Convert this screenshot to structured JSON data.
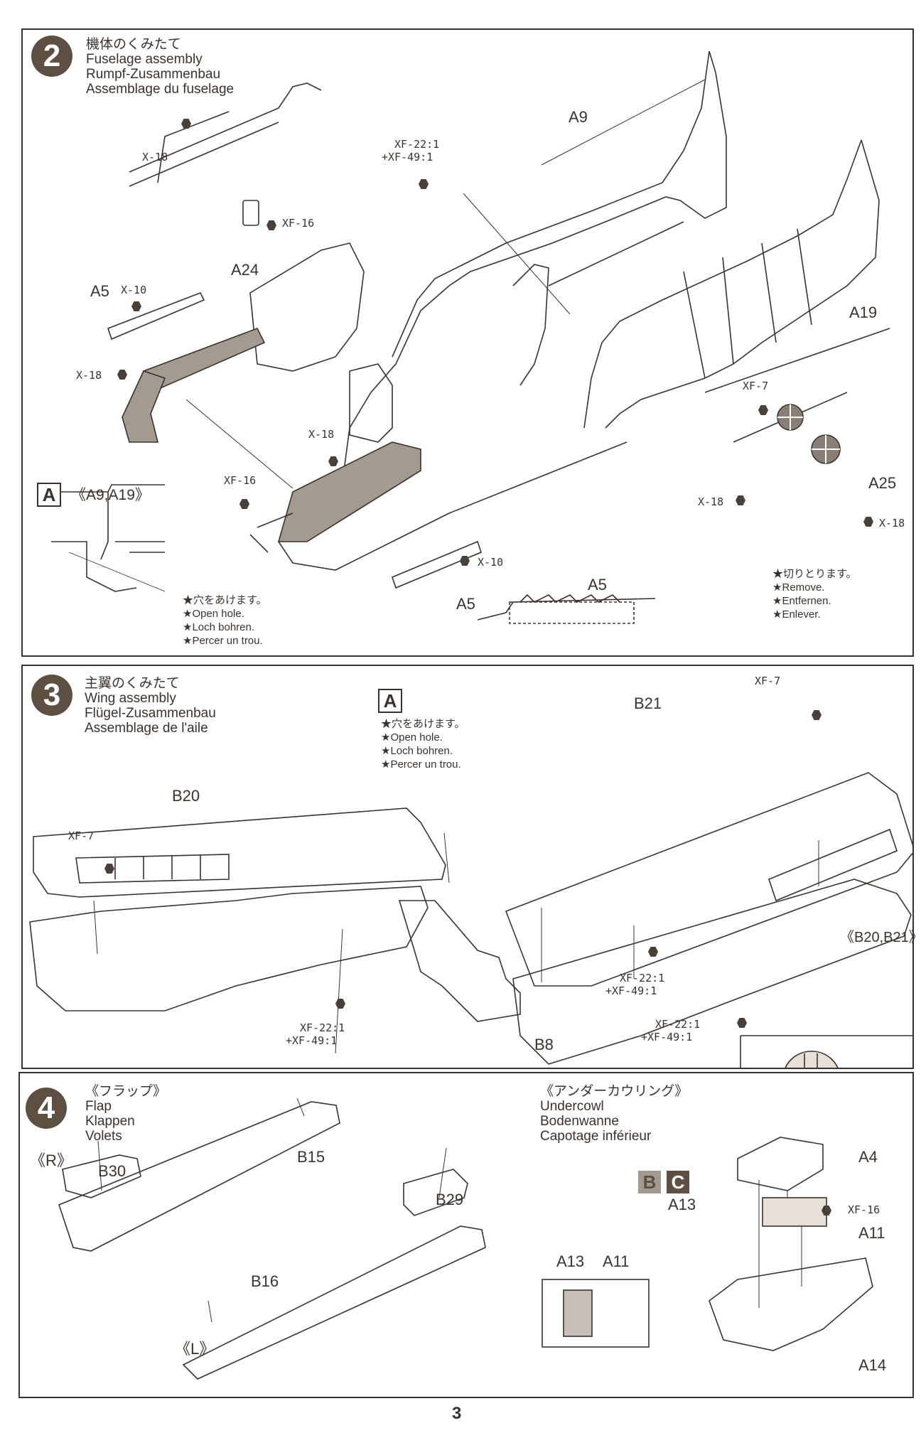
{
  "page_number": "3",
  "steps": [
    {
      "number": "2",
      "title_jp": "機体のくみたて",
      "title_en": "Fuselage assembly",
      "title_de": "Rumpf-Zusammenbau",
      "title_fr": "Assemblage du fuselage",
      "part_labels": [
        "A9",
        "A19",
        "A24",
        "A5",
        "A5",
        "A25",
        "A5"
      ],
      "paint_labels": [
        "X-18",
        "XF-16",
        "XF-22:1",
        "+XF-49:1",
        "X-10",
        "X-18",
        "X-18",
        "XF-16",
        "X-10",
        "XF-7",
        "X-18",
        "X-18"
      ],
      "detail": {
        "badge": "A",
        "parts": "《A9,A19》",
        "notes": [
          "★穴をあけます。",
          "★Open hole.",
          "★Loch bohren.",
          "★Percer un trou."
        ]
      },
      "remove_notes": [
        "★切りとります。",
        "★Remove.",
        "★Entfernen.",
        "★Enlever."
      ]
    },
    {
      "number": "3",
      "title_jp": "主翼のくみたて",
      "title_en": "Wing assembly",
      "title_de": "Flügel-Zusammenbau",
      "title_fr": "Assemblage de l'aile",
      "part_labels": [
        "B20",
        "B21",
        "B8"
      ],
      "paint_labels": [
        "XF-7",
        "XF-7",
        "XF-22:1",
        "+XF-49:1",
        "XF-22:1",
        "+XF-49:1",
        "XF-22:1",
        "+XF-49:1"
      ],
      "detail": {
        "badge": "A",
        "notes": [
          "★穴をあけます。",
          "★Open hole.",
          "★Loch bohren.",
          "★Percer un trou."
        ]
      },
      "inset_label": "《B20,B21》"
    },
    {
      "number": "4",
      "flap": {
        "title_jp": "《フラップ》",
        "title_en": "Flap",
        "title_de": "Klappen",
        "title_fr": "Volets",
        "side_r": "《R》",
        "side_l": "《L》",
        "part_labels": [
          "B30",
          "B15",
          "B29",
          "B16"
        ]
      },
      "undercowl": {
        "title_jp": "《アンダーカウリング》",
        "title_en": "Undercowl",
        "title_de": "Bodenwanne",
        "title_fr": "Capotage inférieur",
        "badges": [
          "B",
          "C"
        ],
        "part_labels": [
          "A4",
          "A13",
          "A11",
          "A14",
          "A13",
          "A11"
        ],
        "paint_labels": [
          "XF-16"
        ]
      }
    }
  ],
  "colors": {
    "ink": "#3a332d",
    "step_circle": "#5e4f43",
    "part_shade": "#a39a90",
    "badge_b": "#a39a90",
    "badge_c": "#5e4f43"
  }
}
